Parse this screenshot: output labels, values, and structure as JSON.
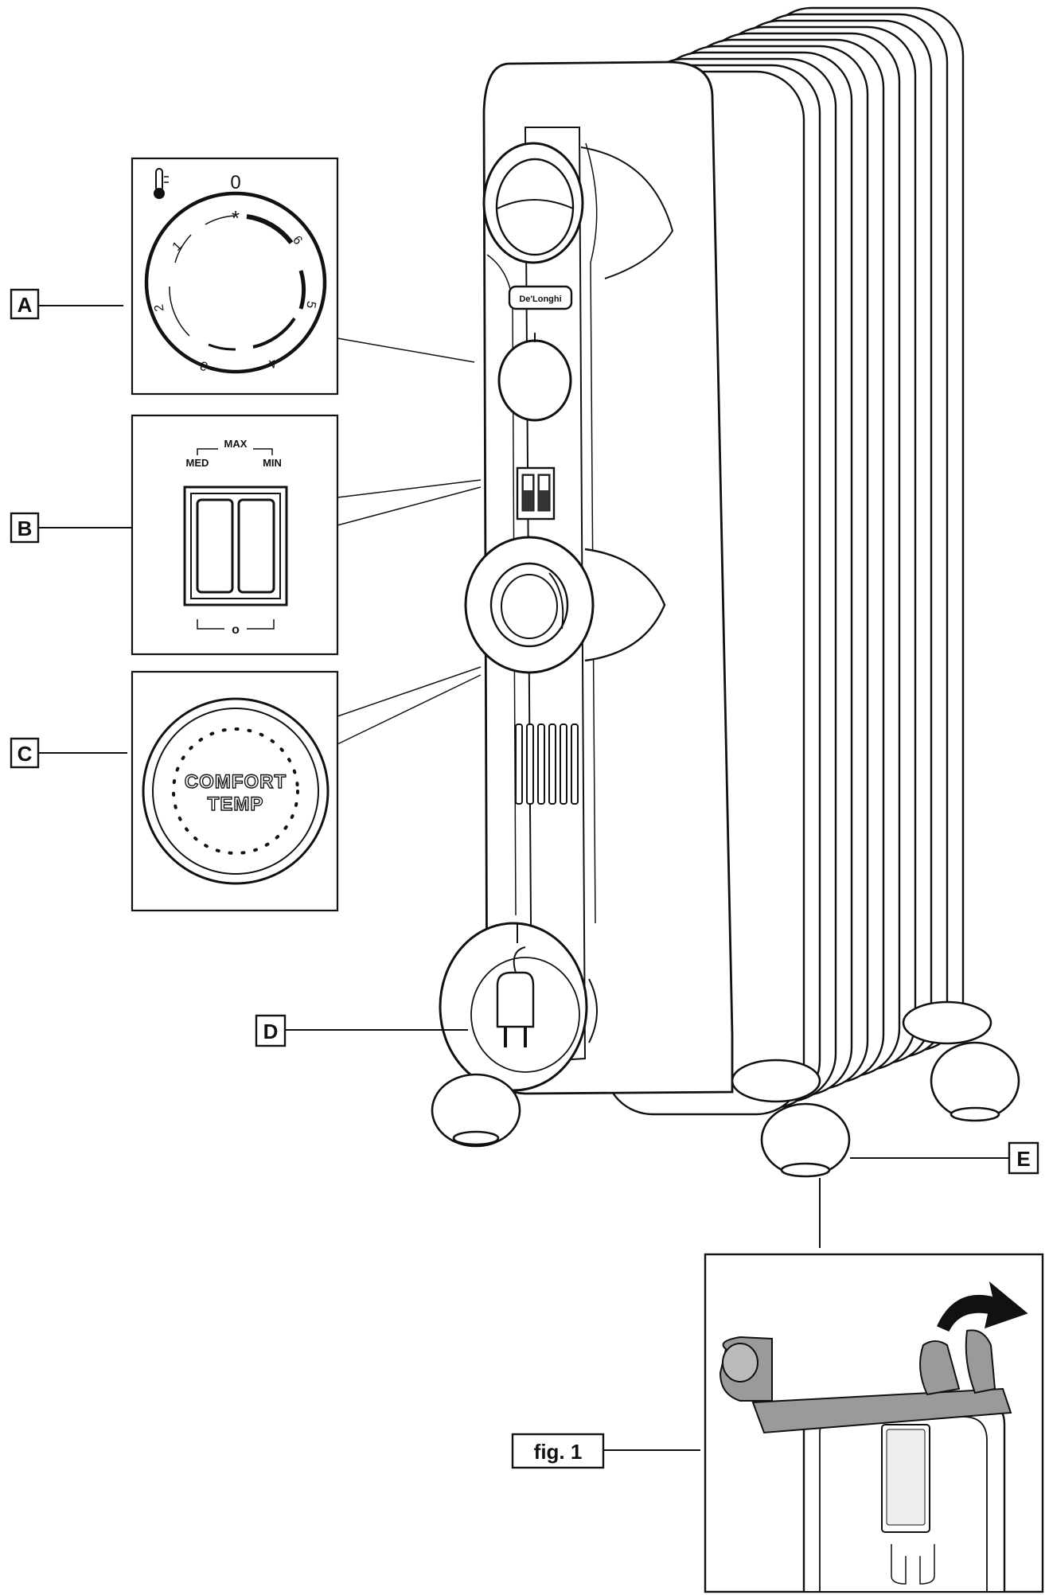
{
  "callouts": {
    "a": "A",
    "b": "B",
    "c": "C",
    "d": "D",
    "e": "E",
    "fig": "fig. 1"
  },
  "dial": {
    "zero": "0",
    "frost": "*",
    "numbers": [
      "1",
      "2",
      "3",
      "4",
      "5",
      "6"
    ]
  },
  "switch": {
    "max": "MAX",
    "med": "MED",
    "min": "MIN",
    "off": "o"
  },
  "comfort": {
    "line1": "COMFORT",
    "line2": "TEMP"
  },
  "logo": {
    "brand": "De'Longhi"
  },
  "icons": {
    "thermometer": "thermometer-icon",
    "plug": "plug-icon",
    "rotate": "rotate-arrow-icon"
  },
  "colors": {
    "ink": "#111111",
    "shade": "#9a9a9a",
    "paper": "#ffffff"
  }
}
